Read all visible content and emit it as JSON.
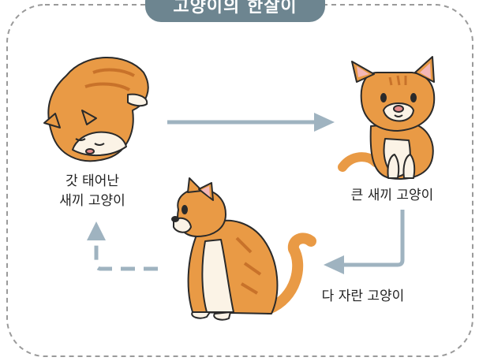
{
  "title": "고양이의 한살이",
  "stages": {
    "newborn": {
      "line1": "갓 태어난",
      "line2": "새끼 고양이"
    },
    "kitten": {
      "label": "큰 새끼 고양이"
    },
    "adult": {
      "label": "다 자란 고양이"
    }
  },
  "icons": [
    "sleeping-newborn-cat",
    "sitting-kitten",
    "sitting-adult-cat"
  ],
  "colors": {
    "frame": "#9a9a9a",
    "title_bg": "#6d8590",
    "arrow": "#9fb3c0",
    "cat_orange": "#e99a45",
    "cat_stripe": "#c8722a",
    "cat_cream": "#fbf3e6"
  }
}
